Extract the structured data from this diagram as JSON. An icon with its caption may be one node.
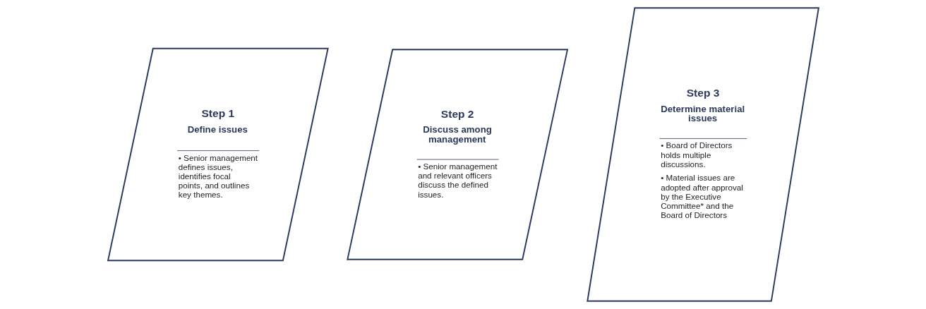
{
  "diagram": {
    "nodes": [
      {
        "text": [
          "Step 1",
          "Define issues",
          "• Senior management defines issues, identifies focal points, and outlines key themes."
        ]
      },
      {
        "text": [
          "Step 2",
          "Discuss among management",
          "• Senior management and relevant officers discuss the defined issues."
        ]
      },
      {
        "text": [
          "Step 3",
          "Determine material issues",
          "• Board of Directors holds multiple discussions.",
          "• Material issues are adopted after approval by the Executive Committee* and the Board of Directors"
        ]
      }
    ],
    "edges": []
  }
}
